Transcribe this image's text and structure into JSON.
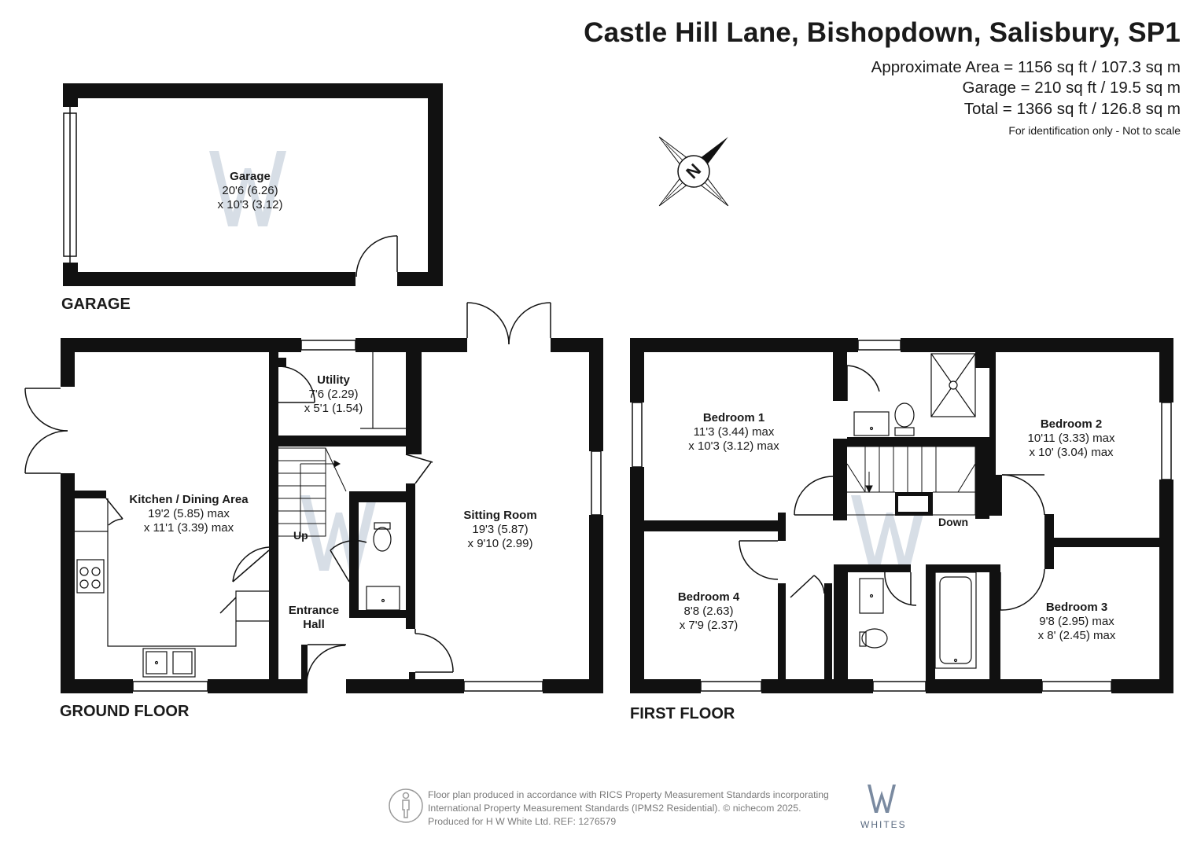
{
  "header": {
    "title": "Castle Hill Lane, Bishopdown, Salisbury, SP1",
    "approx_area": "Approximate Area = 1156 sq ft / 107.3 sq m",
    "garage_area": "Garage = 210 sq ft / 19.5 sq m",
    "total_area": "Total = 1366 sq ft / 126.8 sq m",
    "note": "For identification only - Not to scale"
  },
  "compass": {
    "label": "N"
  },
  "floors": {
    "garage": {
      "label": "GARAGE"
    },
    "ground": {
      "label": "GROUND FLOOR"
    },
    "first": {
      "label": "FIRST FLOOR"
    }
  },
  "rooms": {
    "garage": {
      "name": "Garage",
      "dim1": "20'6 (6.26)",
      "dim2": "x 10'3 (3.12)"
    },
    "utility": {
      "name": "Utility",
      "dim1": "7'6 (2.29)",
      "dim2": "x 5'1 (1.54)"
    },
    "kitchen": {
      "name": "Kitchen / Dining Area",
      "dim1": "19'2 (5.85) max",
      "dim2": "x 11'1 (3.39)  max"
    },
    "sitting": {
      "name": "Sitting Room",
      "dim1": "19'3 (5.87)",
      "dim2": "x 9'10 (2.99)"
    },
    "hall": {
      "name1": "Entrance",
      "name2": "Hall"
    },
    "bedroom1": {
      "name": "Bedroom 1",
      "dim1": "11'3 (3.44) max",
      "dim2": "x 10'3 (3.12) max"
    },
    "bedroom2": {
      "name": "Bedroom 2",
      "dim1": "10'11 (3.33) max",
      "dim2": "x 10' (3.04) max"
    },
    "bedroom3": {
      "name": "Bedroom 3",
      "dim1": "9'8 (2.95) max",
      "dim2": "x 8' (2.45) max"
    },
    "bedroom4": {
      "name": "Bedroom 4",
      "dim1": "8'8 (2.63)",
      "dim2": "x 7'9 (2.37)"
    }
  },
  "stairs": {
    "up": "Up",
    "down": "Down"
  },
  "footer": {
    "line1": "Floor plan produced in accordance with RICS Property Measurement Standards incorporating",
    "line2": "International Property Measurement Standards (IPMS2 Residential).  © nichecom 2025.",
    "line3": "Produced for H W White Ltd.   REF:  1276579",
    "brand": "WHITES"
  },
  "colors": {
    "wall": "#111111",
    "watermark": "#c9d3dd",
    "brand": "#5a6a80"
  }
}
